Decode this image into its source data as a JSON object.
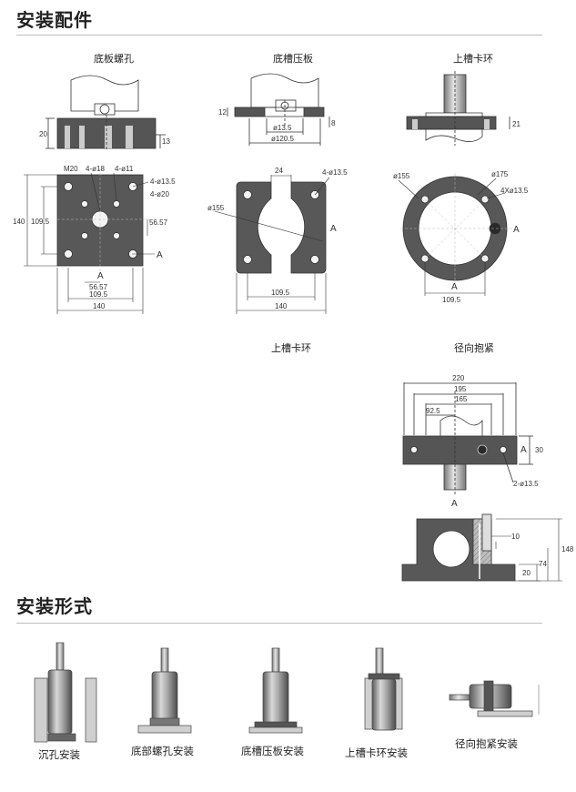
{
  "sections": {
    "accessories_title": "安装配件",
    "install_forms_title": "安装形式"
  },
  "drawings": {
    "bottom_screw": {
      "title": "底板螺孔",
      "dims": {
        "d20": "20",
        "d13": "13",
        "m20": "M20",
        "h18": "4-ø18",
        "h11": "4-ø11",
        "h135": "4-ø13.5",
        "h20": "4-ø20",
        "w140v": "140",
        "w1095v": "109.5",
        "d5657r": "56.57",
        "d5657b": "56.57",
        "w1095b": "109.5",
        "w140b": "140",
        "a": "A",
        "a2": "A"
      }
    },
    "bottom_clamp": {
      "title": "底槽压板",
      "dims": {
        "d12": "12",
        "d8": "8",
        "d135": "ø13.5",
        "d1205": "ø120.5",
        "d24": "24",
        "h135": "4-ø13.5",
        "d155": "ø155",
        "w1095": "109.5",
        "w140": "140",
        "a": "A"
      }
    },
    "top_ring": {
      "title": "上槽卡环",
      "dims": {
        "d21": "21",
        "d155": "ø155",
        "d175": "ø175",
        "h135": "4Xø13.5",
        "w1095": "109.5",
        "a": "A",
        "a2": "A"
      }
    },
    "top_ring_2": {
      "title": "上槽卡环"
    },
    "radial_clamp": {
      "title": "径向抱紧",
      "dims": {
        "w220": "220",
        "w195": "195",
        "w165": "165",
        "w925": "92.5",
        "d30": "30",
        "h135": "2-ø13.5",
        "d10": "10",
        "d148": "148",
        "d74": "74",
        "d20": "20",
        "a": "A",
        "a2": "A"
      }
    }
  },
  "install_forms": [
    {
      "caption": "沉孔安装"
    },
    {
      "caption": "底部螺孔安装"
    },
    {
      "caption": "底槽压板安装"
    },
    {
      "caption": "上槽卡环安装"
    },
    {
      "caption": "径向抱紧安装"
    }
  ],
  "colors": {
    "metal": "#555555",
    "metal_dark": "#3a3a3a",
    "line": "#333333",
    "rule": "#bdbdbd"
  }
}
